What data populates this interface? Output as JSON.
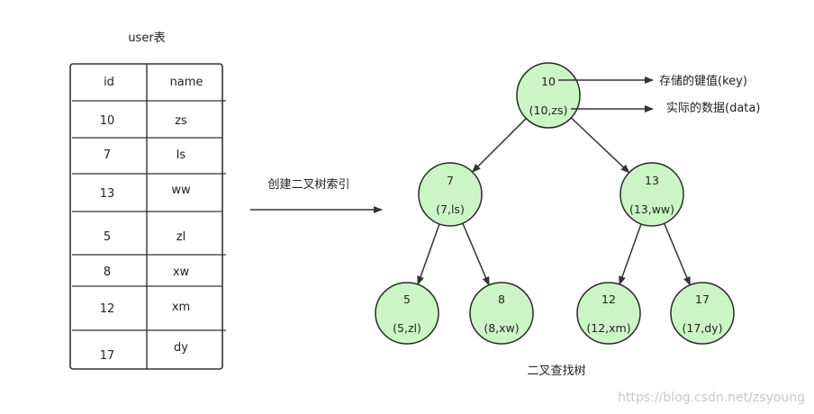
{
  "table": {
    "title": "user表",
    "headers": [
      "id",
      "name"
    ],
    "rows": [
      [
        "10",
        "zs"
      ],
      [
        "7",
        "ls"
      ],
      [
        "13",
        "ww"
      ],
      [
        "5",
        "zl"
      ],
      [
        "8",
        "xw"
      ],
      [
        "12",
        "xm"
      ],
      [
        "17",
        "dy"
      ]
    ]
  },
  "arrow_label": "创建二叉树索引",
  "tree": {
    "nodes": [
      {
        "id": "n10",
        "key": "10",
        "data": "(10,zs)"
      },
      {
        "id": "n7",
        "key": "7",
        "data": "(7,ls)"
      },
      {
        "id": "n13",
        "key": "13",
        "data": "(13,ww)"
      },
      {
        "id": "n5",
        "key": "5",
        "data": "(5,zl)"
      },
      {
        "id": "n8",
        "key": "8",
        "data": "(8,xw)"
      },
      {
        "id": "n12",
        "key": "12",
        "data": "(12,xm)"
      },
      {
        "id": "n17",
        "key": "17",
        "data": "(17,dy)"
      }
    ],
    "edges": [
      [
        "n10",
        "n7"
      ],
      [
        "n10",
        "n13"
      ],
      [
        "n7",
        "n5"
      ],
      [
        "n7",
        "n8"
      ],
      [
        "n13",
        "n12"
      ],
      [
        "n13",
        "n17"
      ]
    ],
    "annotations": {
      "key_label": "存储的键值(key)",
      "data_label": "实际的数据(data)"
    },
    "caption": "二叉查找树"
  },
  "watermark": "https://blog.csdn.net/zsyoung"
}
